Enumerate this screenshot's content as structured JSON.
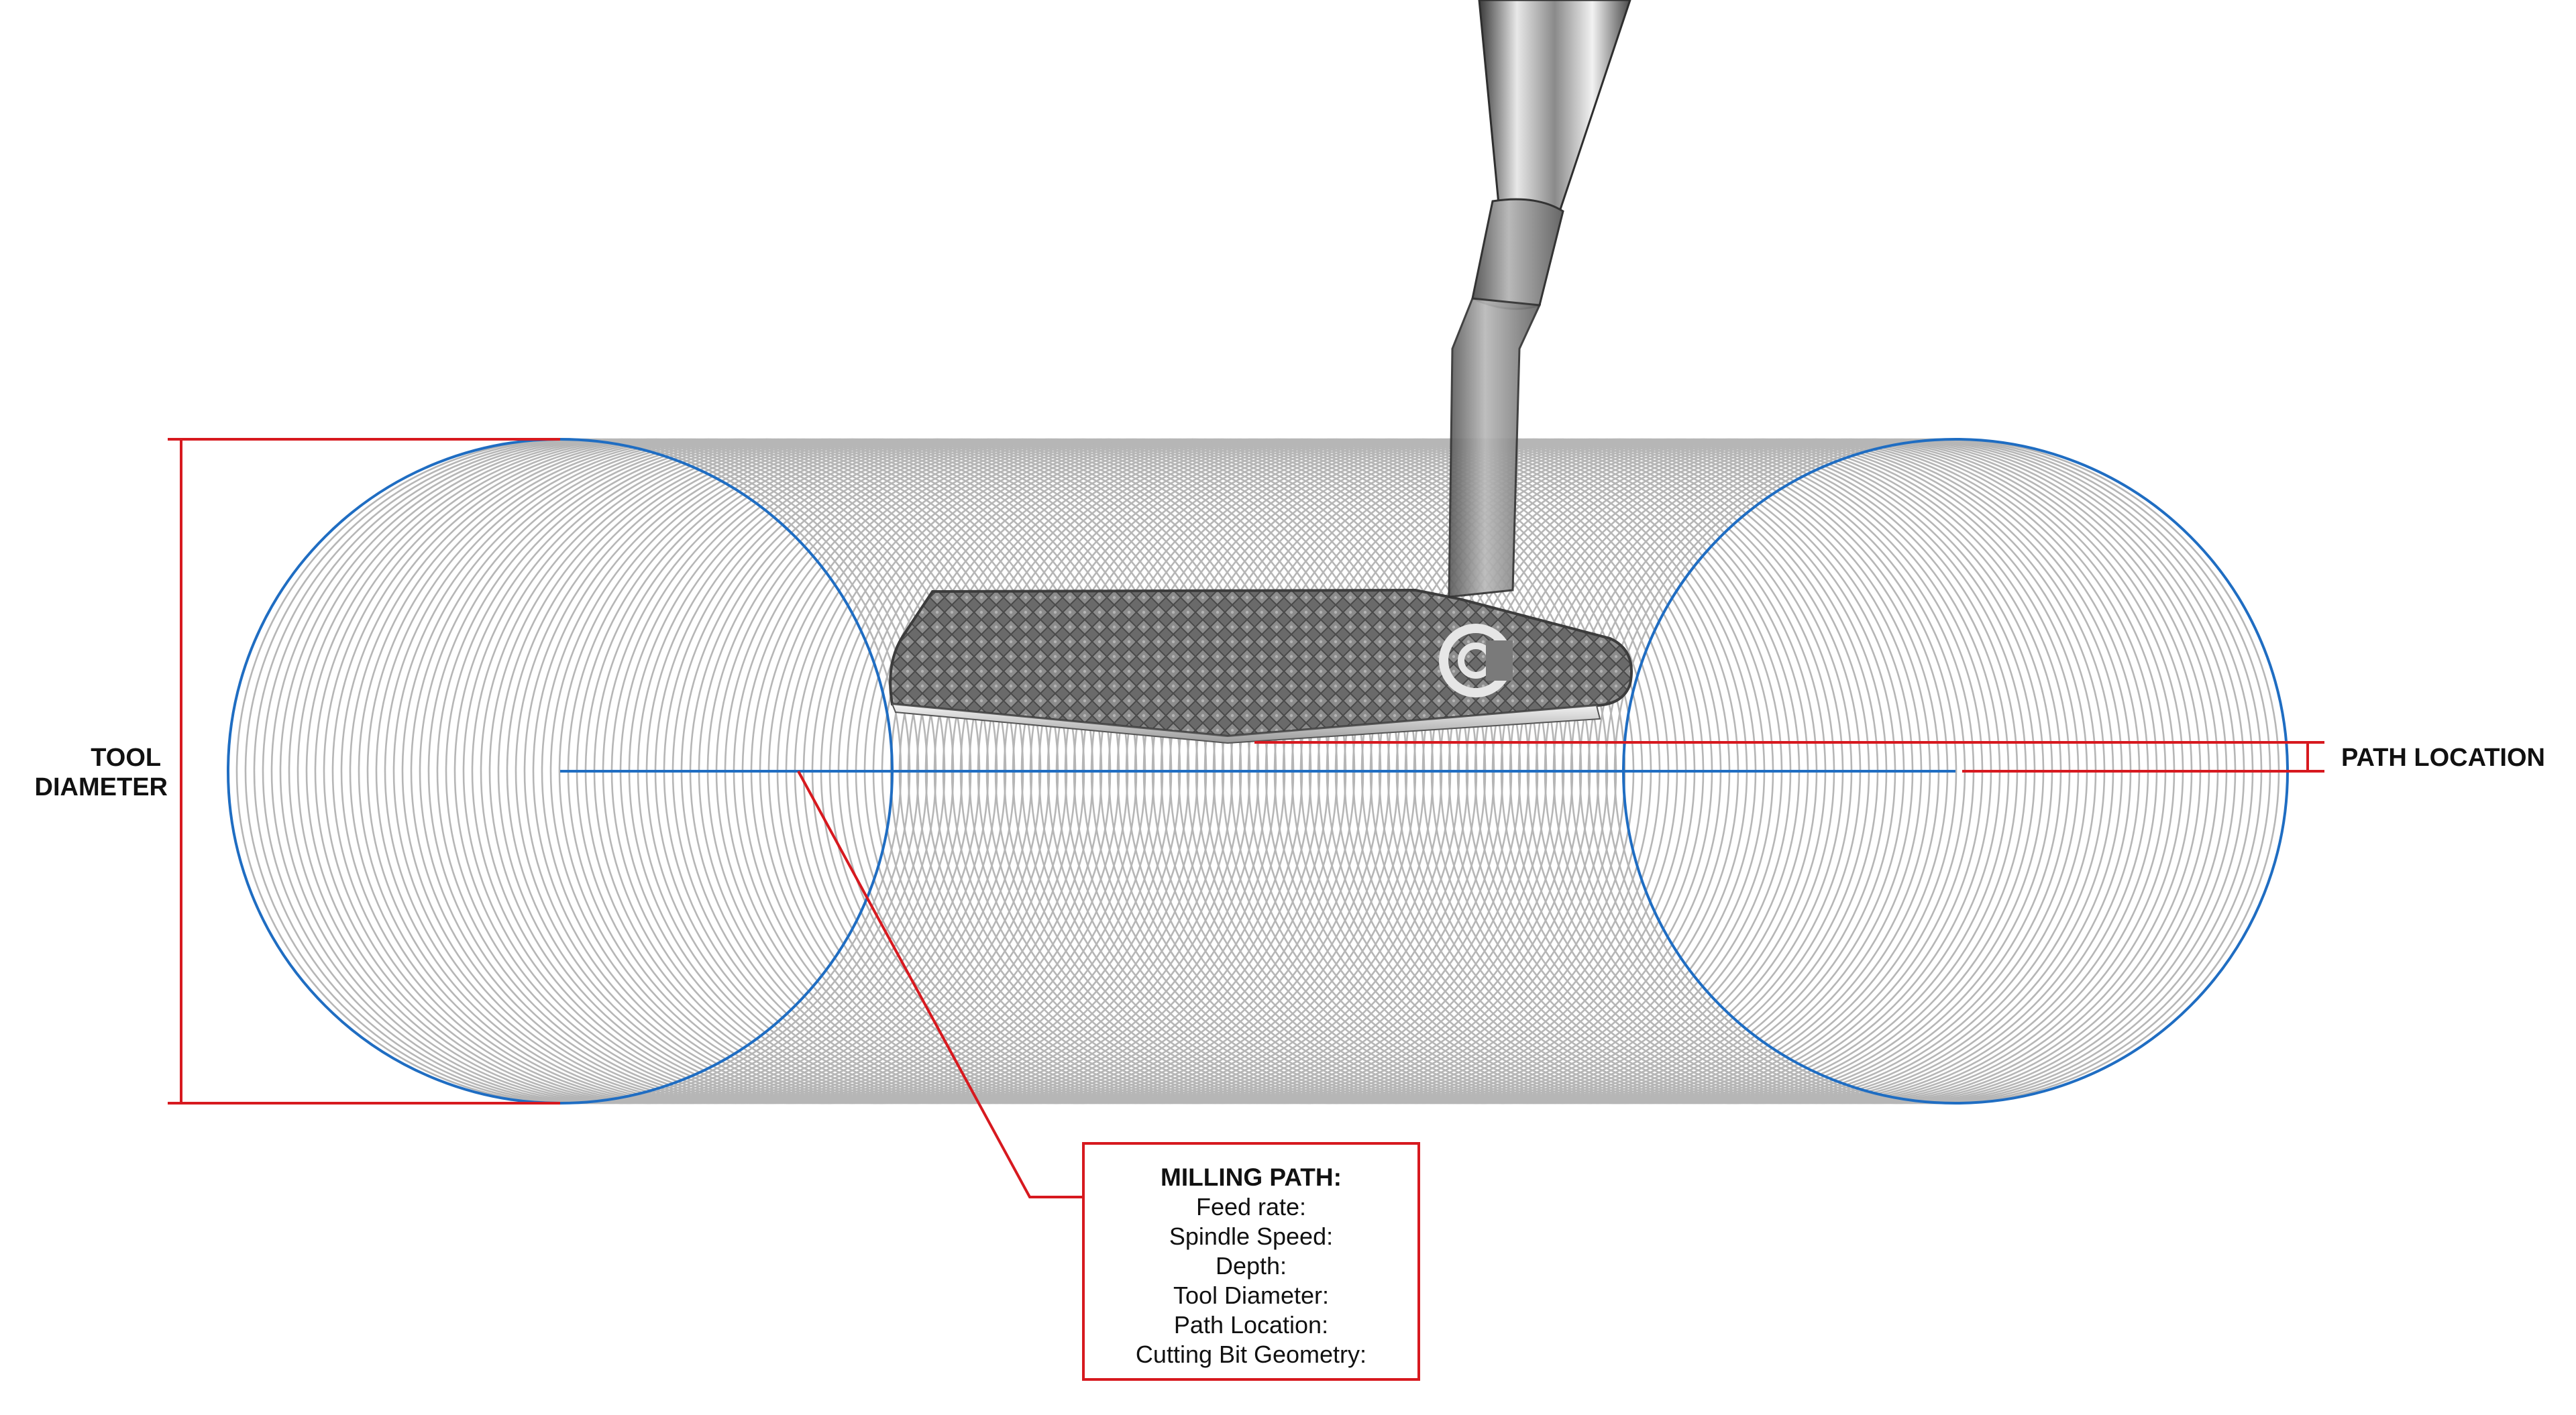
{
  "labels": {
    "tool_diameter_line1": "TOOL",
    "tool_diameter_line2": "DIAMETER",
    "path_location": "PATH LOCATION"
  },
  "info_box": {
    "title": "MILLING PATH:",
    "fields": [
      "Feed rate:",
      "Spindle Speed:",
      "Depth:",
      "Tool Diameter:",
      "Path Location:",
      "Cutting Bit Geometry:"
    ]
  },
  "colors": {
    "annotation": "#d7191f",
    "tool_path": "#1f6dc2",
    "tool_rings": "#9e9e9e",
    "putter_steel": "#6f6f6f",
    "shaft_chrome": "#c9c9c9"
  },
  "icons": {
    "brand_logo": "cleveland-c-logo"
  }
}
